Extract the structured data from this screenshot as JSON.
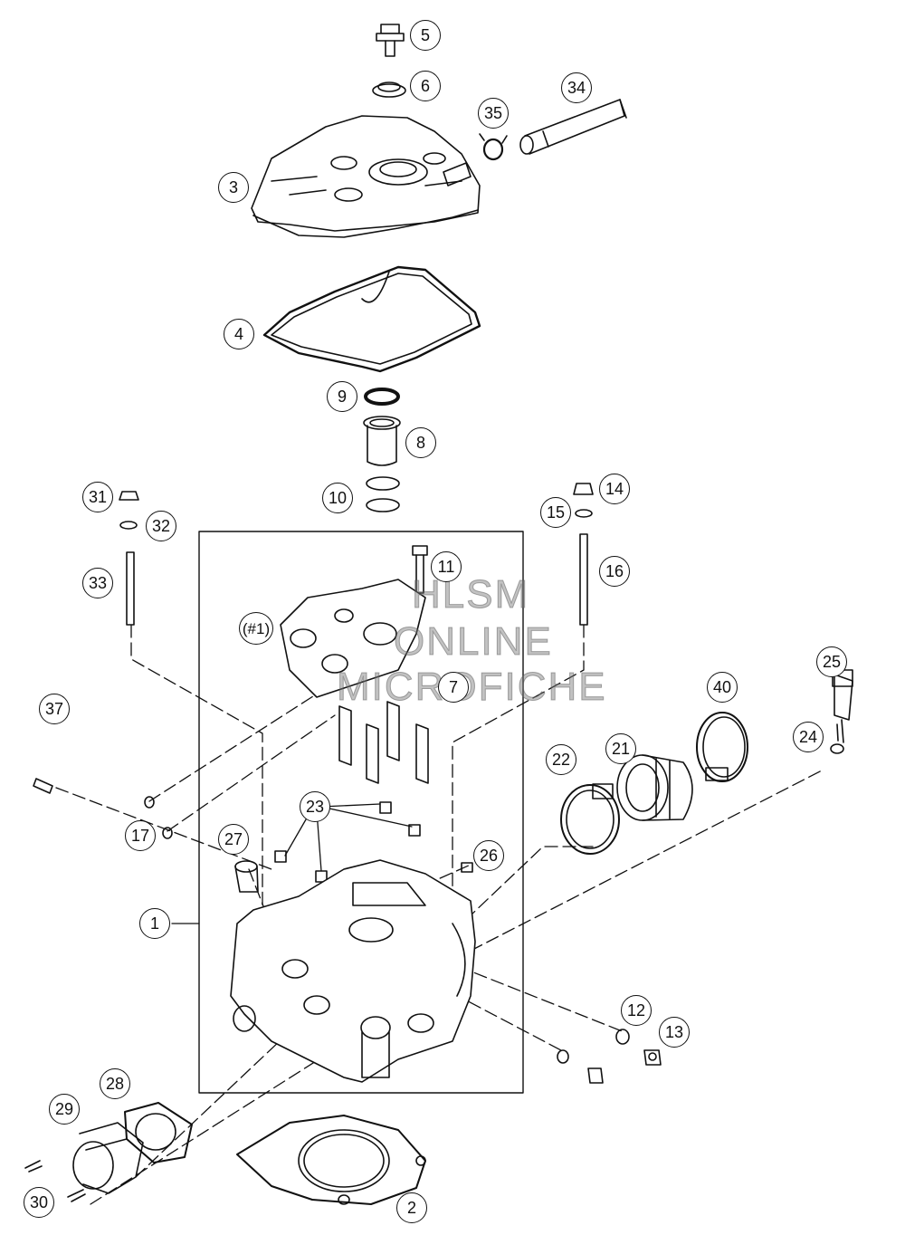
{
  "diagram": {
    "callouts": [
      {
        "id": "c1",
        "label": "1"
      },
      {
        "id": "c2",
        "label": "2"
      },
      {
        "id": "c3",
        "label": "3"
      },
      {
        "id": "c4",
        "label": "4"
      },
      {
        "id": "c5",
        "label": "5"
      },
      {
        "id": "c6",
        "label": "6"
      },
      {
        "id": "c7",
        "label": "7"
      },
      {
        "id": "c8",
        "label": "8"
      },
      {
        "id": "c9",
        "label": "9"
      },
      {
        "id": "c10",
        "label": "10"
      },
      {
        "id": "c11",
        "label": "11"
      },
      {
        "id": "c12",
        "label": "12"
      },
      {
        "id": "c13",
        "label": "13"
      },
      {
        "id": "c14",
        "label": "14"
      },
      {
        "id": "c15",
        "label": "15"
      },
      {
        "id": "c16",
        "label": "16"
      },
      {
        "id": "c17",
        "label": "17"
      },
      {
        "id": "c21",
        "label": "21"
      },
      {
        "id": "c22",
        "label": "22"
      },
      {
        "id": "c23",
        "label": "23"
      },
      {
        "id": "c24",
        "label": "24"
      },
      {
        "id": "c25",
        "label": "25"
      },
      {
        "id": "c26",
        "label": "26"
      },
      {
        "id": "c27",
        "label": "27"
      },
      {
        "id": "c28",
        "label": "28"
      },
      {
        "id": "c29",
        "label": "29"
      },
      {
        "id": "c30",
        "label": "30"
      },
      {
        "id": "c31",
        "label": "31"
      },
      {
        "id": "c32",
        "label": "32"
      },
      {
        "id": "c33",
        "label": "33"
      },
      {
        "id": "c34",
        "label": "34"
      },
      {
        "id": "c35",
        "label": "35"
      },
      {
        "id": "c37",
        "label": "37"
      },
      {
        "id": "c40",
        "label": "40"
      },
      {
        "id": "cg1",
        "label": "(#1)"
      }
    ]
  },
  "watermark": {
    "line1": "HLSM",
    "line2": "ONLINE",
    "line3": "MICROFICHE"
  }
}
